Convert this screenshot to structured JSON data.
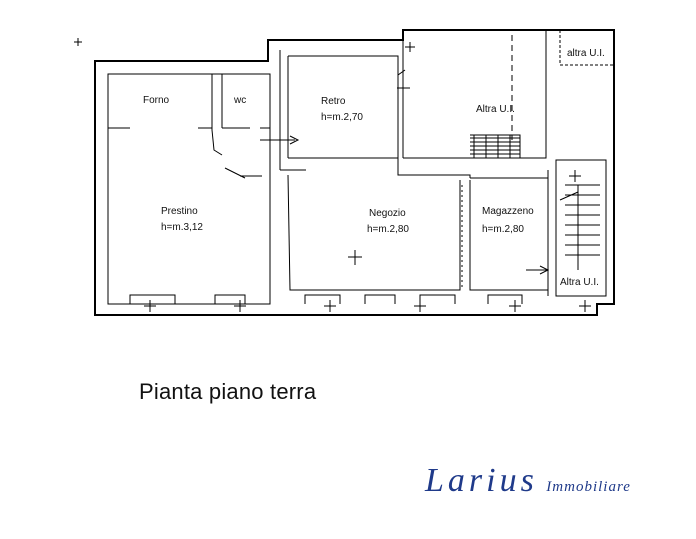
{
  "rooms": {
    "forno": "Forno",
    "wc": "wc",
    "retro": "Retro",
    "retro_h": "h=m.2,70",
    "altra_ui_top": "Altra U.I.",
    "altra_ui_corner": "altra U.I.",
    "prestino": "Prestino",
    "prestino_h": "h=m.3,12",
    "negozio": "Negozio",
    "negozio_h": "h=m.2,80",
    "magazzeno": "Magazzeno",
    "magazzeno_h": "h=m.2,80",
    "altra_ui_stair": "Altra U.I."
  },
  "caption": "Pianta piano terra",
  "brand": {
    "name": "Larius",
    "sub": "Immobiliare"
  }
}
